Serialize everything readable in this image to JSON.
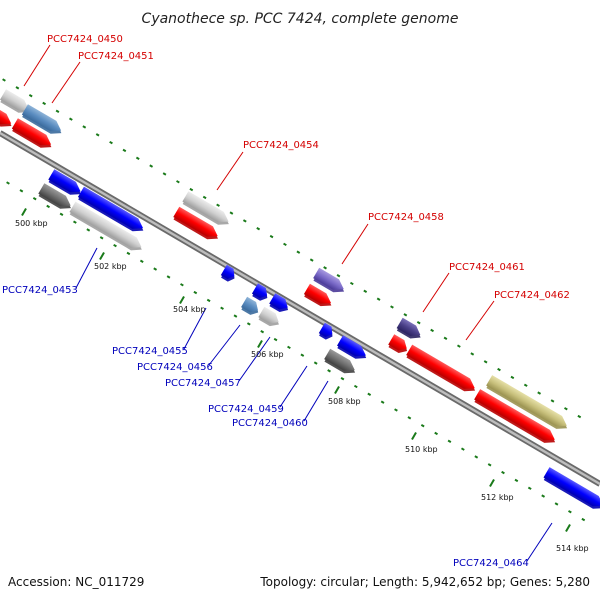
{
  "title": "Cyanothece sp. PCC 7424, complete genome",
  "footer": {
    "accession": "Accession: NC_011729",
    "summary": "Topology: circular; Length: 5,942,652 bp; Genes: 5,280"
  },
  "colors": {
    "forward_label": "#d40000",
    "reverse_label": "#0000bb",
    "tick": "#1a7a1a",
    "backbone": "#888888"
  },
  "kbp_labels": [
    "500 kbp",
    "502 kbp",
    "504 kbp",
    "506 kbp",
    "508 kbp",
    "510 kbp",
    "512 kbp",
    "514 kbp"
  ],
  "forward_labels": [
    "PCC7424_0450",
    "PCC7424_0451",
    "PCC7424_0454",
    "PCC7424_0458",
    "PCC7424_0461",
    "PCC7424_0462"
  ],
  "reverse_labels": [
    "PCC7424_0453",
    "PCC7424_0455",
    "PCC7424_0456",
    "PCC7424_0457",
    "PCC7424_0459",
    "PCC7424_0460",
    "PCC7424_0464"
  ]
}
